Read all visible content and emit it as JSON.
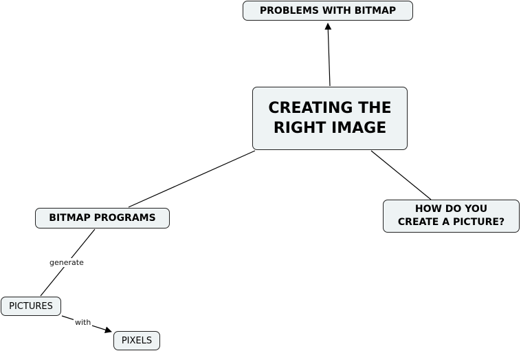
{
  "concept_map": {
    "central": "CREATING THE\nRIGHT IMAGE",
    "problems": "PROBLEMS WITH BITMAP",
    "how_do_you": "HOW DO YOU\nCREATE A PICTURE?",
    "bitmap_programs": "BITMAP PROGRAMS",
    "pictures": "PICTURES",
    "pixels": "PIXELS",
    "link_generate": "generate",
    "link_with": "with"
  },
  "colors": {
    "node_fill": "#eef3f4",
    "node_border": "#222222",
    "line": "#000000"
  }
}
